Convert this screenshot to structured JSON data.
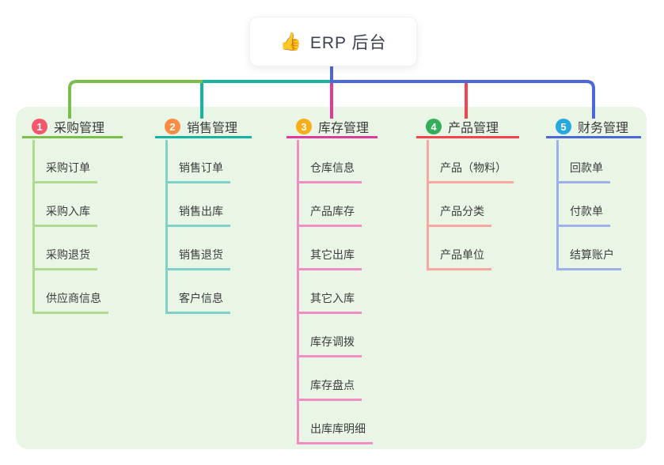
{
  "root": {
    "icon": "👍",
    "label": "ERP 后台"
  },
  "branches": [
    {
      "num": "1",
      "label": "采购管理",
      "badge_color": "#f4586c",
      "line_color": "#7cbe4d",
      "child_line_color": "#b2da8e",
      "children": [
        "采购订单",
        "采购入库",
        "采购退货",
        "供应商信息"
      ]
    },
    {
      "num": "2",
      "label": "销售管理",
      "badge_color": "#fa8c44",
      "line_color": "#17b3a3",
      "child_line_color": "#7fd0c6",
      "children": [
        "销售订单",
        "销售出库",
        "销售退货",
        "客户信息"
      ]
    },
    {
      "num": "3",
      "label": "库存管理",
      "badge_color": "#f9ae17",
      "line_color": "#e13a9d",
      "child_line_color": "#f18cc5",
      "children": [
        "仓库信息",
        "产品库存",
        "其它出库",
        "其它入库",
        "库存调拨",
        "库存盘点",
        "出库库明细"
      ]
    },
    {
      "num": "4",
      "label": "产品管理",
      "badge_color": "#33ae5b",
      "line_color": "#f5434f",
      "child_line_color": "#f7a8a0",
      "children": [
        "产品（物料）",
        "产品分类",
        "产品单位"
      ]
    },
    {
      "num": "5",
      "label": "财务管理",
      "badge_color": "#29a8e0",
      "line_color": "#4b68d8",
      "child_line_color": "#9fb0e8",
      "children": [
        "回款单",
        "付款单",
        "结算账户"
      ]
    }
  ],
  "colors": {
    "canvas_bg": "#ffffff",
    "container_bg": "#e9f6e5",
    "root_connector": "#4b68d8",
    "text": "#3d3d3d"
  }
}
